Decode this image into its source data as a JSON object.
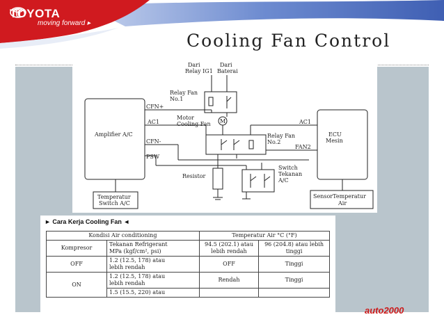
{
  "header": {
    "brand": "TOYOTA",
    "tagline": "moving forward",
    "title": "Cooling Fan Control"
  },
  "diagram": {
    "amplifier": "Amplifier A/C",
    "ecu_line1": "ECU",
    "ecu_line2": "Mesin",
    "temp_switch_line1": "Temperatur",
    "temp_switch_line2": "Switch A/C",
    "sensor_line1": "SensorTemperatur",
    "sensor_line2": "Air",
    "dari_relay_line1": "Dari",
    "dari_relay_line2": "Relay IG1",
    "dari_baterai_line1": "Dari",
    "dari_baterai_line2": "Baterai",
    "relay1_line1": "Relay Fan",
    "relay1_line2": "No.1",
    "relay2_line1": "Relay Fan",
    "relay2_line2": "No.2",
    "motor_symbol": "M",
    "motor_line1": "Motor",
    "motor_line2": "Cooling Fan",
    "resistor": "Resistor",
    "switch_line1": "Switch",
    "switch_line2": "Tekanan",
    "switch_line3": "A/C",
    "terminals": {
      "cfn_plus": "CFN+",
      "ac1_left": "AC1",
      "cfn_minus": "CFN-",
      "psw": "PSW",
      "ac1_right": "AC1",
      "fan2": "FAN2"
    }
  },
  "table": {
    "caption": "► Cara Kerja Cooling Fan ◄",
    "head_kondisi": "Kondisi Air conditioning",
    "head_temp": "Temperatur Air  °C (°F)",
    "kompresor": "Kompresor",
    "tekanan_line1": "Tekanan Refrigerant",
    "tekanan_line2": "MPa (kgf/cm², psi)",
    "t1_line1": "94.5 (202.1) atau",
    "t1_line2": "lebih rendah",
    "t2_line1": "96 (204.8) atau lebih",
    "t2_line2": "tinggi",
    "off": "OFF",
    "r1_line1": "1.2 (12.5, 178) atau",
    "r1_line2": "lebih rendah",
    "r1_c1": "OFF",
    "r1_c2": "Tinggi",
    "on": "ON",
    "r2_line1": "1.2 (12.5, 178) atau",
    "r2_line2": "lebih rendah",
    "r2_c1": "Rendah",
    "r2_c2": "Tinggi",
    "r3_line1": "1.5 (15.5, 220) atau"
  },
  "footer": {
    "logo_text": "auto2000"
  },
  "colors": {
    "header_red": "#d01a1f",
    "header_blue": "#5a7bc4",
    "panel_gray": "#b9c5cc"
  }
}
